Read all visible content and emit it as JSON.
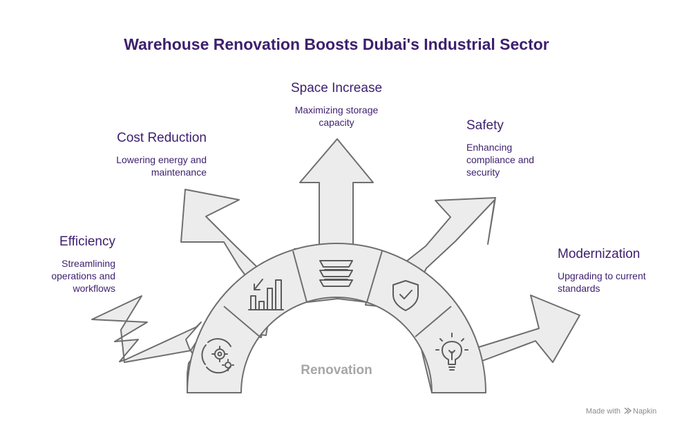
{
  "title": "Warehouse Renovation Boosts Dubai's Industrial Sector",
  "center_label": "Renovation",
  "branches": [
    {
      "id": "efficiency",
      "title": "Efficiency",
      "desc": [
        "Streamlining",
        "operations and",
        "workflows"
      ],
      "icon": "gears-cycle-icon"
    },
    {
      "id": "cost",
      "title": "Cost Reduction",
      "desc": [
        "Lowering energy and",
        "maintenance"
      ],
      "icon": "chart-decrease-icon"
    },
    {
      "id": "space",
      "title": "Space Increase",
      "desc": [
        "Maximizing storage",
        "capacity"
      ],
      "icon": "stacked-layers-icon"
    },
    {
      "id": "safety",
      "title": "Safety",
      "desc": [
        "Enhancing",
        "compliance and",
        "security"
      ],
      "icon": "shield-check-icon"
    },
    {
      "id": "modern",
      "title": "Modernization",
      "desc": [
        "Upgrading to current",
        "standards"
      ],
      "icon": "lightbulb-icon"
    }
  ],
  "footer": {
    "text": "Made with",
    "brand": "Napkin"
  },
  "colors": {
    "title": "#3d1f6e",
    "shape_fill": "#ececec",
    "shape_stroke": "#6e6e6e",
    "center_label": "#a6a6a6"
  }
}
